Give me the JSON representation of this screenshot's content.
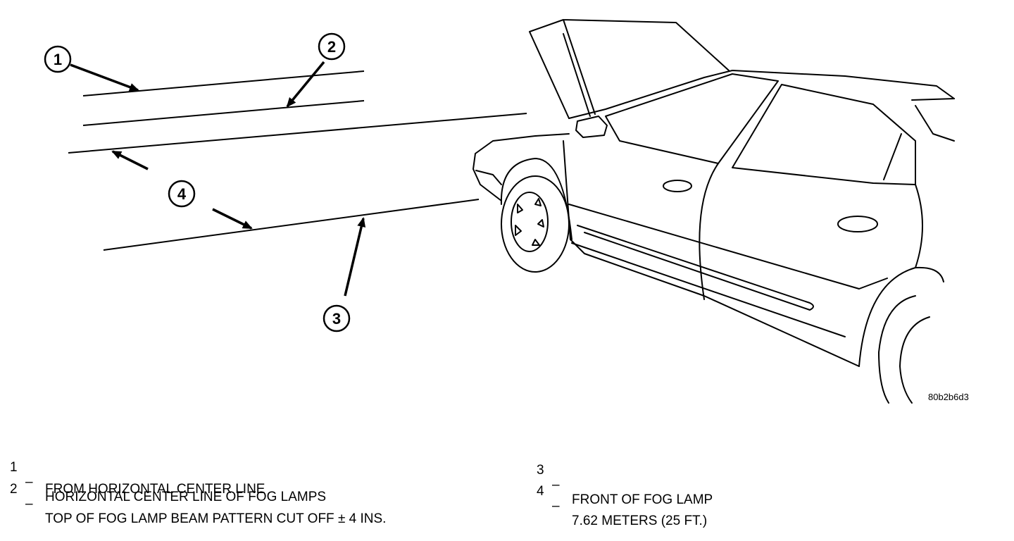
{
  "figure_code": "80b2b6d3",
  "callouts": [
    "1",
    "2",
    "3",
    "4"
  ],
  "legend": [
    {
      "num": "1",
      "dash": "–",
      "text": "HORIZONTAL CENTER LINE OF FOG LAMPS",
      "cont": ""
    },
    {
      "num": "2",
      "dash": "–",
      "text": "TOP OF FOG LAMP BEAM PATTERN CUT OFF ± 4 INS.",
      "cont": "FROM HORIZONTAL CENTER LINE"
    },
    {
      "num": "3",
      "dash": "–",
      "text": "FRONT OF FOG LAMP",
      "cont": ""
    },
    {
      "num": "4",
      "dash": "–",
      "text": "7.62 METERS (25 FT.)",
      "cont": ""
    }
  ]
}
